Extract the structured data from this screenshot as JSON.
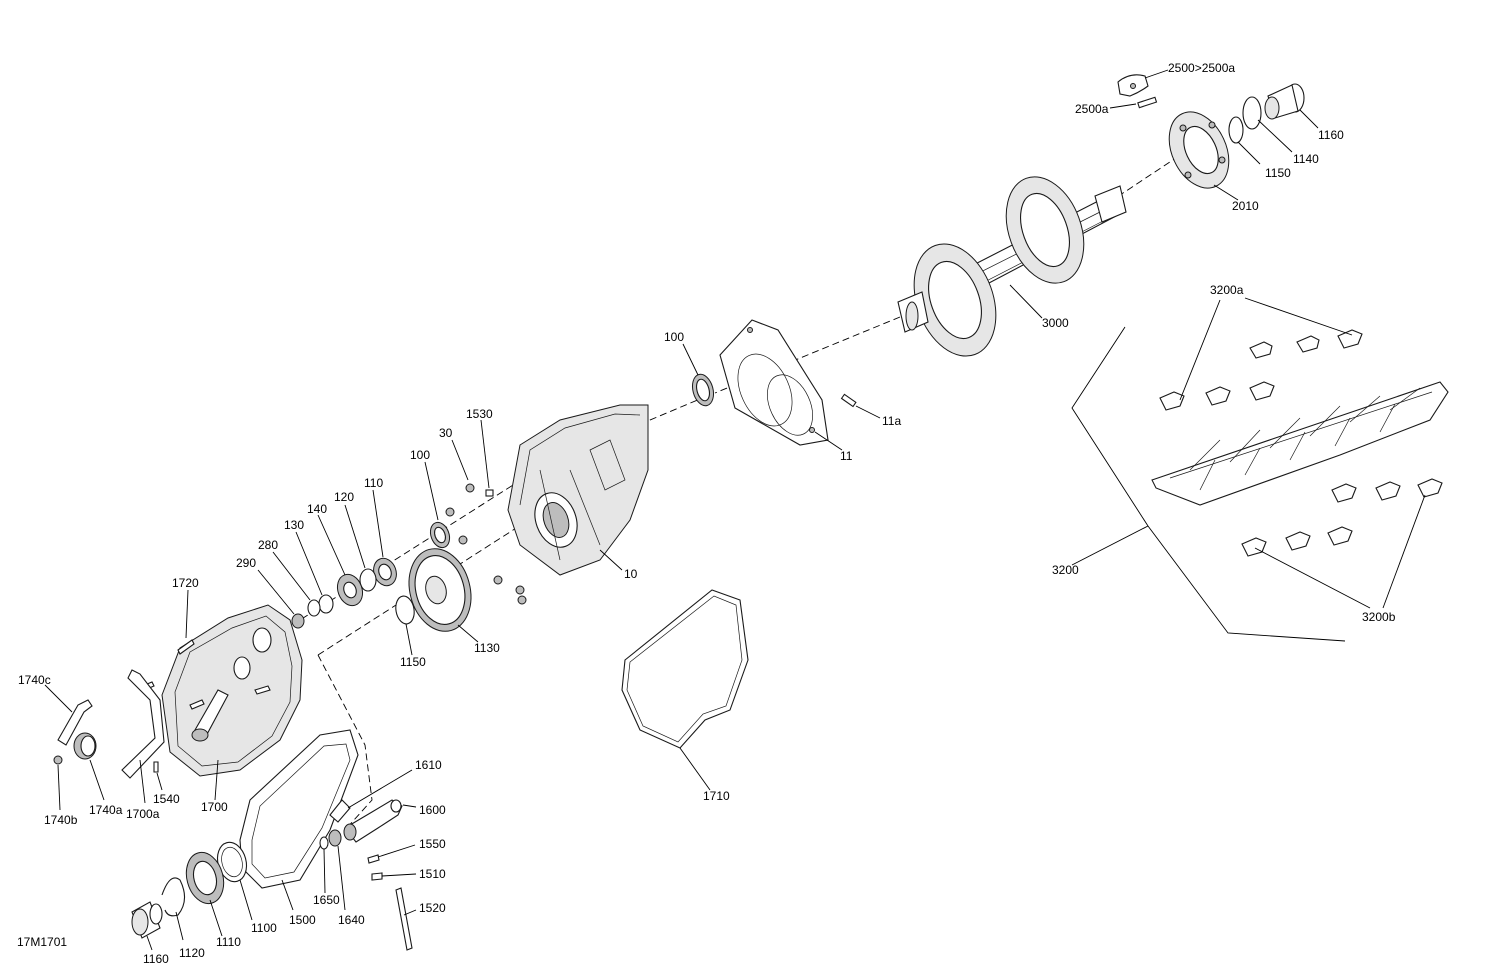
{
  "drawing_id": "17M1701",
  "callouts": {
    "c2500_2500a": "2500>2500a",
    "c2500a": "2500a",
    "c1160_top": "1160",
    "c1140": "1140",
    "c1150_top": "1150",
    "c2010": "2010",
    "c3000": "3000",
    "c3200a": "3200a",
    "c3200": "3200",
    "c3200b": "3200b",
    "c100_right": "100",
    "c11a": "11a",
    "c11": "11",
    "c1530": "1530",
    "c30": "30",
    "c100_left": "100",
    "c110": "110",
    "c120": "120",
    "c140": "140",
    "c130": "130",
    "c280": "280",
    "c290": "290",
    "c10": "10",
    "c1720": "1720",
    "c1150_bottom": "1150",
    "c1130": "1130",
    "c1740c": "1740c",
    "c1740b": "1740b",
    "c1740a": "1740a",
    "c1700a": "1700a",
    "c1540": "1540",
    "c1700": "1700",
    "c1710": "1710",
    "c1610": "1610",
    "c1600": "1600",
    "c1550": "1550",
    "c1510": "1510",
    "c1520": "1520",
    "c1650": "1650",
    "c1640": "1640",
    "c1500": "1500",
    "c1100": "1100",
    "c1110": "1110",
    "c1120": "1120",
    "c1160_bottom": "1160"
  }
}
